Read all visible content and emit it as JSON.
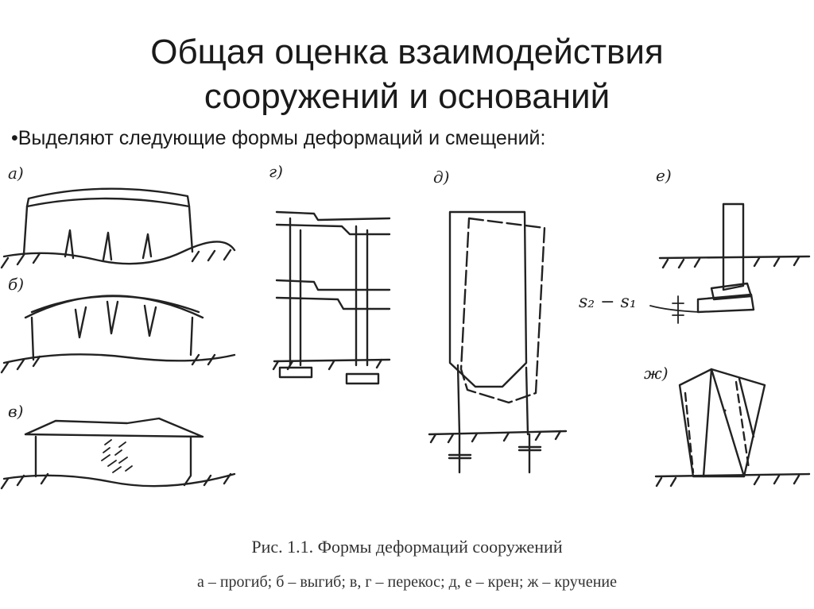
{
  "title_line1": "Общая оценка взаимодействия",
  "title_line2": "сооружений и оснований",
  "bullet": "•Выделяют следующие формы деформаций и смещений:",
  "labels": {
    "a": "а)",
    "b": "б)",
    "v": "в)",
    "g": "г)",
    "d": "д)",
    "e": "е)",
    "zh": "ж)",
    "settlement": "s₂ − s₁"
  },
  "caption_line1": "Рис. 1.1.   Формы  деформаций   сооружений",
  "caption_line2": "а – прогиб; б – выгиб; в, г – перекос; д, е – крен; ж – кручение"
}
